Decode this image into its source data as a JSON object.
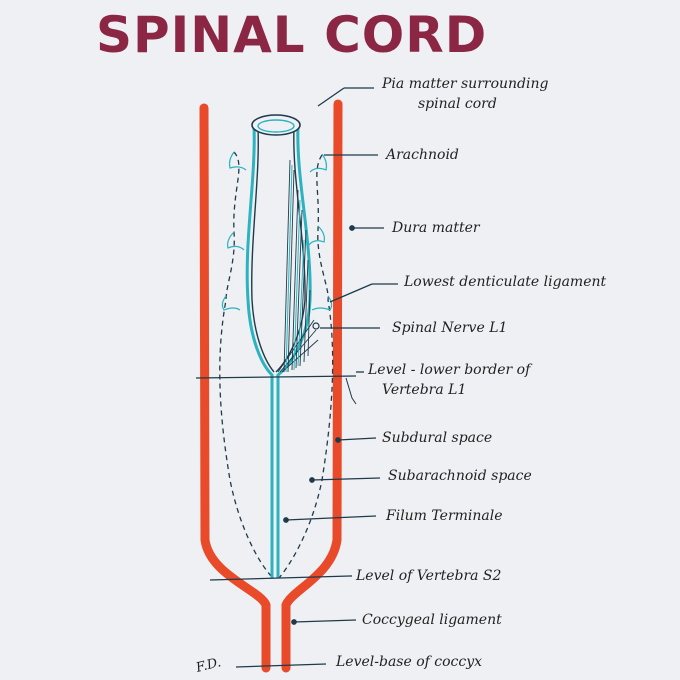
{
  "title": "SPINAL CORD",
  "signature": "F.D.",
  "colors": {
    "title": "#8b2744",
    "dura": "#e84a2a",
    "pia": "#2bb3c0",
    "outline": "#1f3a4a",
    "ink": "#222222"
  },
  "labels": {
    "pia_matter": [
      "Pia matter surrounding",
      "spinal cord"
    ],
    "arachnoid": "Arachnoid",
    "dura_matter": "Dura matter",
    "lowest_denticulate": "Lowest denticulate ligament",
    "spinal_nerve": "Spinal Nerve L1",
    "level_l1": [
      "Level - lower border of",
      "Vertebra L1"
    ],
    "subdural": "Subdural space",
    "subarachnoid": "Subarachnoid space",
    "filum": "Filum Terminale",
    "level_s2": "Level of Vertebra S2",
    "coccygeal": "Coccygeal ligament",
    "level_coccyx": "Level-base of coccyx"
  }
}
